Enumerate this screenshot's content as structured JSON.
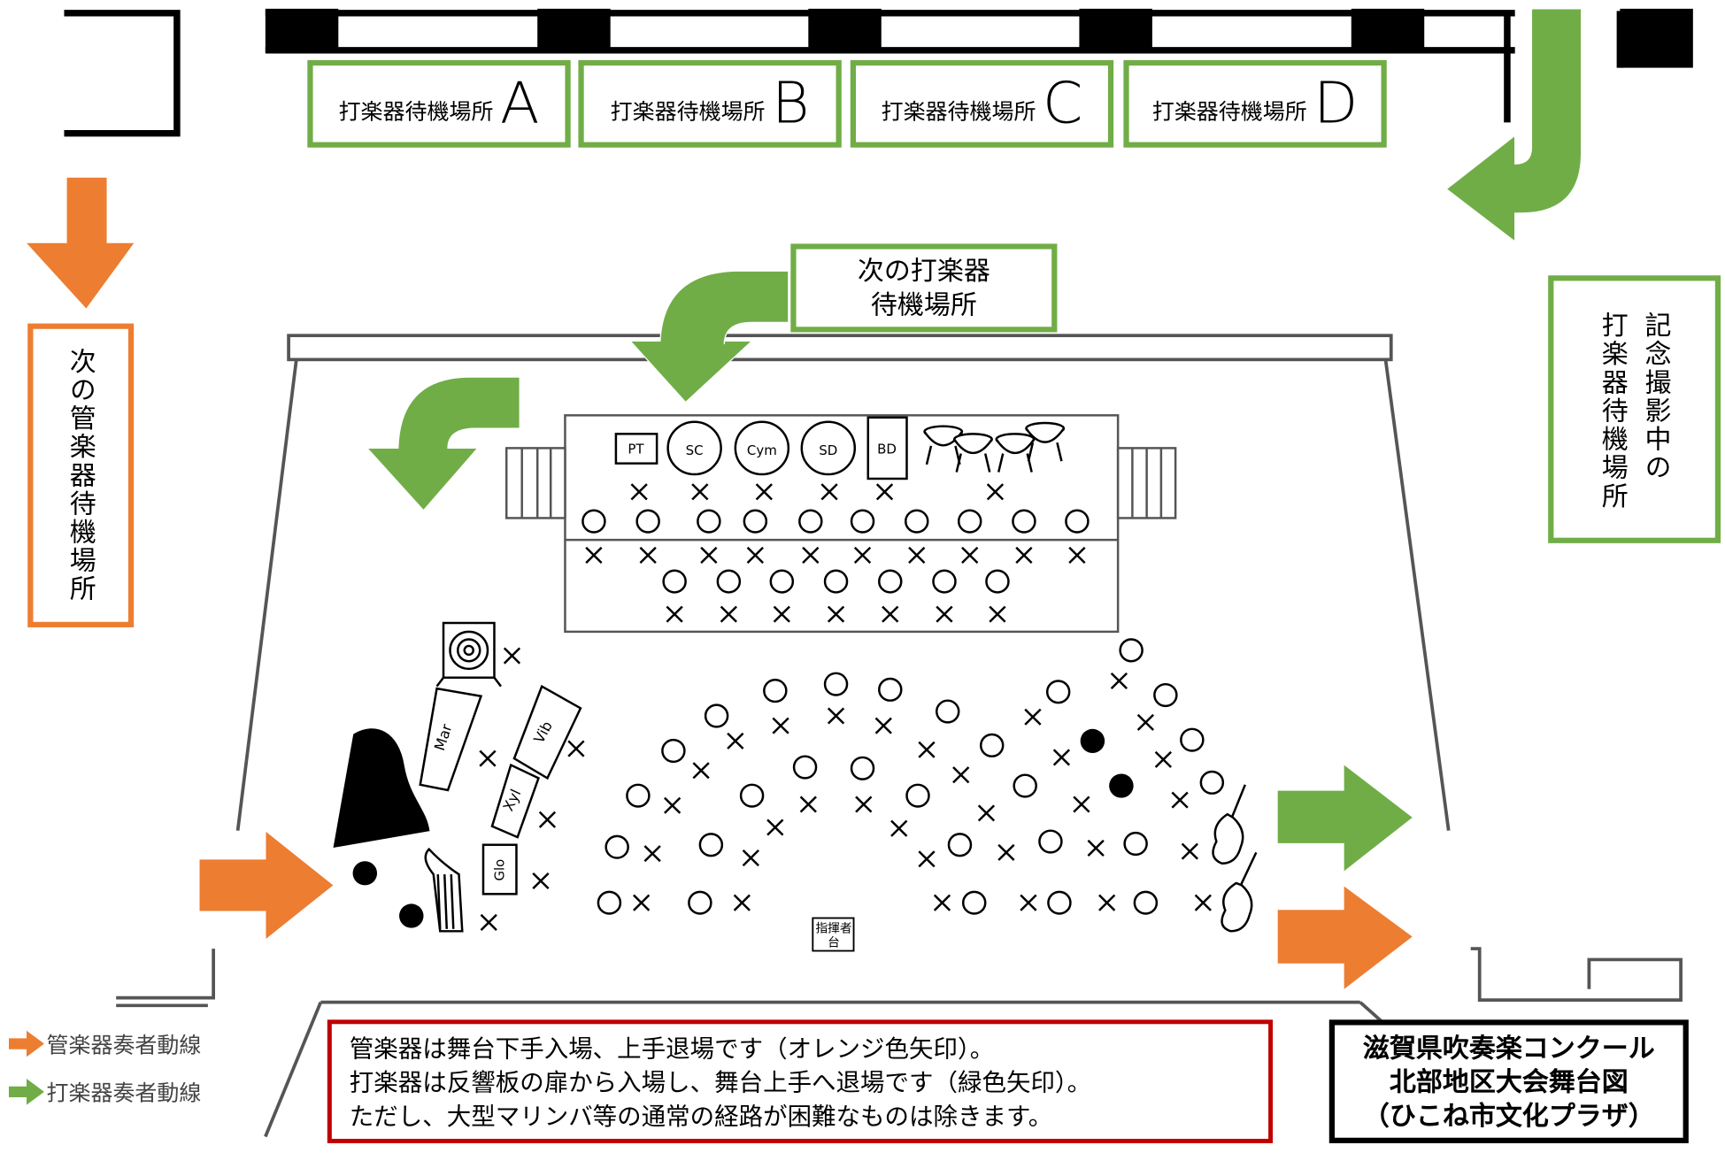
{
  "waiting_areas": [
    {
      "label": "打楽器待機場所",
      "letter": "A"
    },
    {
      "label": "打楽器待機場所",
      "letter": "B"
    },
    {
      "label": "打楽器待機場所",
      "letter": "C"
    },
    {
      "label": "打楽器待機場所",
      "letter": "D"
    }
  ],
  "next_percussion": {
    "line1": "次の打楽器",
    "line2": "待機場所"
  },
  "next_winds": "次の管楽器待機場所",
  "photo_percussion": {
    "line1": "記念撮影中の",
    "line2": "打楽器待機場所"
  },
  "instruments": {
    "pt": "PT",
    "sc": "SC",
    "cym": "Cym",
    "sd": "SD",
    "bd": "BD",
    "mar": "Mar",
    "vib": "Vib",
    "xyl": "Xyl",
    "glo": "Glo"
  },
  "conductor": {
    "line1": "指揮者",
    "line2": "台"
  },
  "legend": {
    "winds": "管楽器奏者動線",
    "percussion": "打楽器奏者動線"
  },
  "note_lines": [
    "管楽器は舞台下手入場、上手退場です（オレンジ色矢印）。",
    "打楽器は反響板の扉から入場し、舞台上手へ退場です（緑色矢印）。",
    "ただし、大型マリンバ等の通常の経路が困難なものは除きます。"
  ],
  "title_lines": [
    "滋賀県吹奏楽コンクール",
    "北部地区大会舞台図",
    "（ひこね市文化プラザ）"
  ],
  "colors": {
    "orange": "#ed7d31",
    "green": "#70ad47",
    "red": "#c00000",
    "black": "#000000"
  },
  "symbols": {
    "chair": "○",
    "stand": "×"
  }
}
